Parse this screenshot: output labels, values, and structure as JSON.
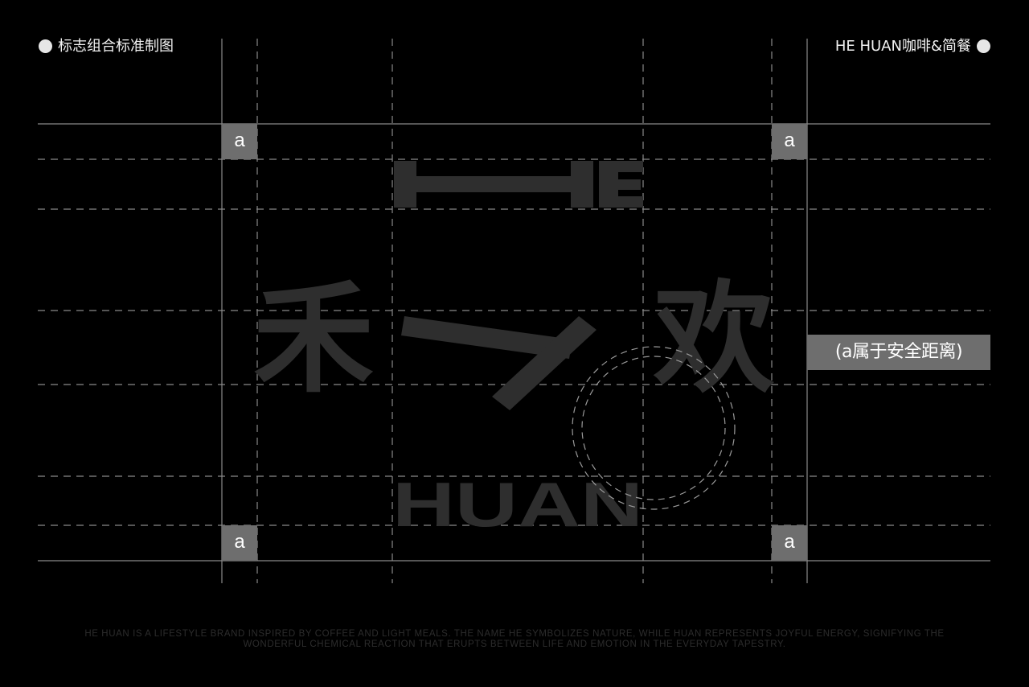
{
  "header": {
    "left_title": "标志组合标准制图",
    "right_title": "HE HUAN咖啡&简餐"
  },
  "logo": {
    "top_word": "HE",
    "chinese_left": "禾",
    "chinese_right": "欢",
    "bottom_word": "HUAN"
  },
  "markers": {
    "label": "a"
  },
  "safety_note": "(a属于安全距离)",
  "footer": {
    "line1": "HE HUAN IS A LIFESTYLE BRAND INSPIRED BY COFFEE AND LIGHT MEALS. THE NAME HE SYMBOLIZES NATURE, WHILE HUAN REPRESENTS JOYFUL ENERGY, SIGNIFYING THE",
    "line2": "WONDERFUL CHEMICAL REACTION THAT ERUPTS BETWEEN LIFE AND EMOTION IN THE EVERYDAY TAPESTRY."
  },
  "colors": {
    "background": "#000000",
    "logo_gray": "#2e2e2e",
    "grid_line": "#8a8a8a",
    "marker_gray": "#6e6e6e",
    "header_text": "#f2f2f2"
  }
}
